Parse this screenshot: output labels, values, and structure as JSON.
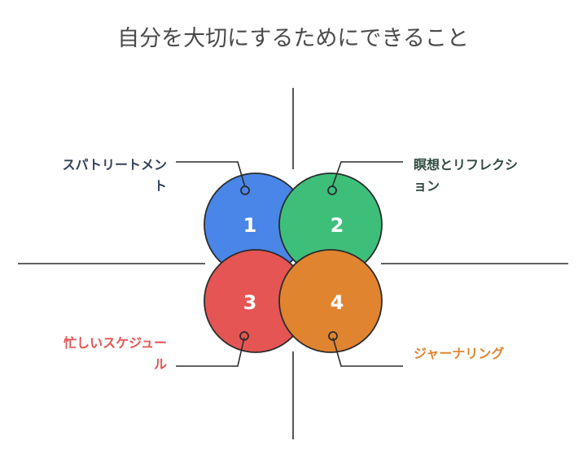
{
  "title": "自分を大切にするためにできること",
  "colors": {
    "blue": "#4a86e8",
    "green": "#3dbf7a",
    "red": "#e45554",
    "orange": "#e08430",
    "outline": "#2b2b2b",
    "label_dark": "#34405a",
    "label_green": "#2f4a3f",
    "label_red": "#e45554",
    "label_orange": "#e08430"
  },
  "items": [
    {
      "number": "1",
      "label_line1": "スパトリートメン",
      "label_line2": "ト",
      "color": "blue"
    },
    {
      "number": "2",
      "label_line1": "瞑想とリフレクシ",
      "label_line2": "ョン",
      "color": "green"
    },
    {
      "number": "3",
      "label_line1": "忙しいスケジュー",
      "label_line2": "ル",
      "color": "red"
    },
    {
      "number": "4",
      "label_line1": "ジャーナリング",
      "label_line2": "",
      "color": "orange"
    }
  ]
}
